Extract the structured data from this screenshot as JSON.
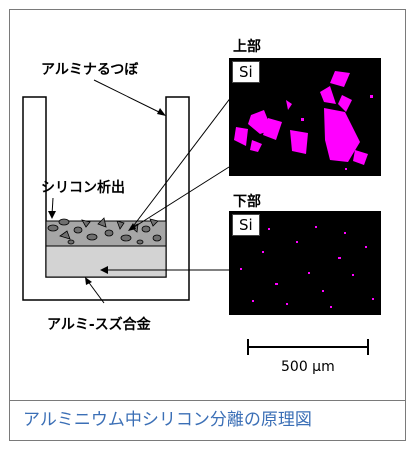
{
  "labels": {
    "crucible": "アルミナるつぼ",
    "silicon_precip": "シリコン析出",
    "alloy": "アルミ-スズ合金",
    "top": "上部",
    "bottom": "下部",
    "si_top": "Si",
    "si_bottom": "Si",
    "scale": "500 μm"
  },
  "caption": "アルミニウム中シリコン分離の原理図",
  "colors": {
    "map_background": "#000000",
    "si_signal": "#ff00ff",
    "crucible_fill": "#ffffff",
    "alloy_fill": "#d3d3d3",
    "precip_layer": "#a6a6a6",
    "caption": "#3b6fb6"
  }
}
